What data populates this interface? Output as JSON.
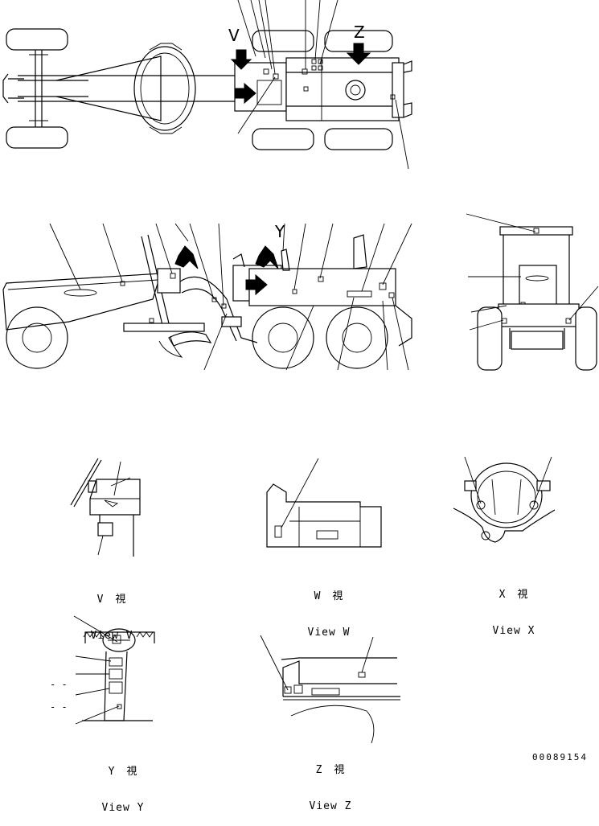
{
  "view_letters": {
    "v": "V",
    "z": "Z",
    "y": "Y"
  },
  "views": [
    {
      "jp": "V　視",
      "en": "View V"
    },
    {
      "jp": "W　視",
      "en": "View W"
    },
    {
      "jp": "X　視",
      "en": "View X"
    },
    {
      "jp": "Y　視",
      "en": "View Y"
    },
    {
      "jp": "Z　視",
      "en": "View Z"
    }
  ],
  "dashes": [
    "- -",
    "- -"
  ],
  "drawing_number": "00089154"
}
